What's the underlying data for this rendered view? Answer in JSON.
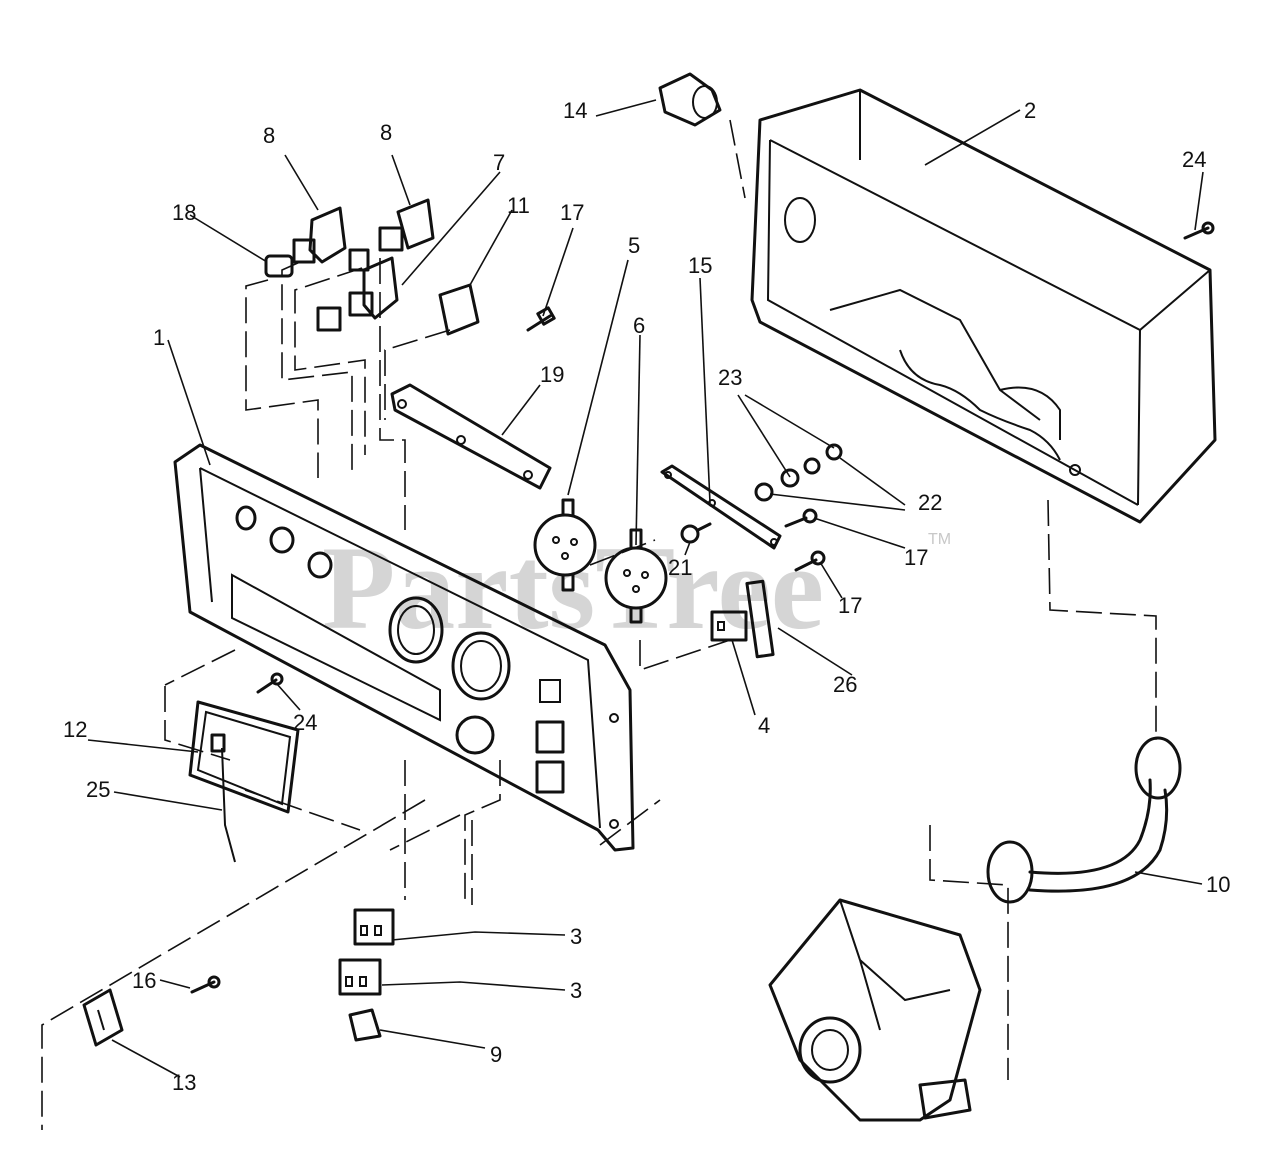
{
  "watermark": {
    "text": "PartsTree",
    "trademark": "TM"
  },
  "callouts": [
    {
      "id": "c1",
      "label": "1"
    },
    {
      "id": "c2",
      "label": "2"
    },
    {
      "id": "c3a",
      "label": "3"
    },
    {
      "id": "c3b",
      "label": "3"
    },
    {
      "id": "c4",
      "label": "4"
    },
    {
      "id": "c5",
      "label": "5"
    },
    {
      "id": "c6",
      "label": "6"
    },
    {
      "id": "c7",
      "label": "7"
    },
    {
      "id": "c8a",
      "label": "8"
    },
    {
      "id": "c8b",
      "label": "8"
    },
    {
      "id": "c9",
      "label": "9"
    },
    {
      "id": "c10",
      "label": "10"
    },
    {
      "id": "c11",
      "label": "11"
    },
    {
      "id": "c12",
      "label": "12"
    },
    {
      "id": "c13",
      "label": "13"
    },
    {
      "id": "c14",
      "label": "14"
    },
    {
      "id": "c15",
      "label": "15"
    },
    {
      "id": "c16",
      "label": "16"
    },
    {
      "id": "c17a",
      "label": "17"
    },
    {
      "id": "c17b",
      "label": "17"
    },
    {
      "id": "c17c",
      "label": "17"
    },
    {
      "id": "c18",
      "label": "18"
    },
    {
      "id": "c19",
      "label": "19"
    },
    {
      "id": "c21",
      "label": "21"
    },
    {
      "id": "c22",
      "label": "22"
    },
    {
      "id": "c23",
      "label": "23"
    },
    {
      "id": "c24a",
      "label": "24"
    },
    {
      "id": "c24b",
      "label": "24"
    },
    {
      "id": "c25",
      "label": "25"
    },
    {
      "id": "c26",
      "label": "26"
    }
  ]
}
